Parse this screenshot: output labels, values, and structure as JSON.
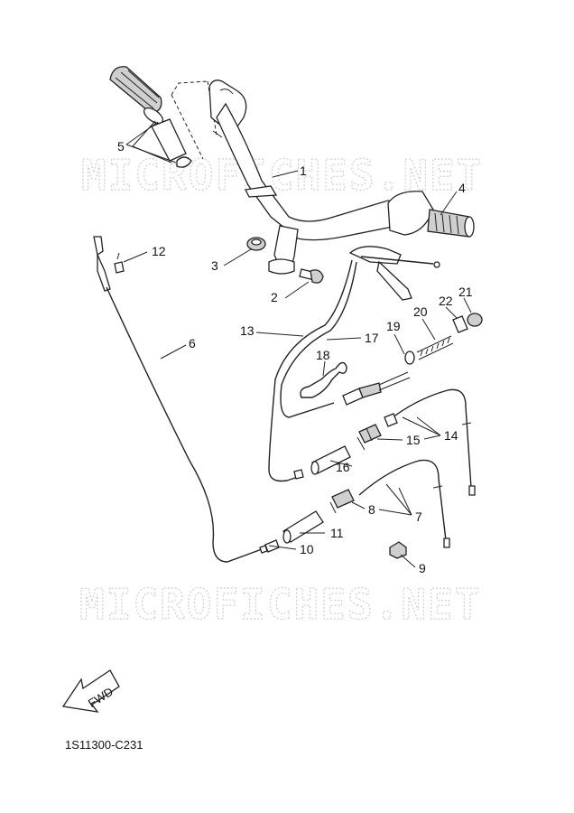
{
  "watermark": "MICROFICHES.NET",
  "fwd_label": "FWD",
  "diagram_code": "1S11300-C231",
  "callouts": {
    "c1": "1",
    "c2": "2",
    "c3": "3",
    "c4": "4",
    "c5": "5",
    "c6": "6",
    "c7": "7",
    "c8": "8",
    "c9": "9",
    "c10": "10",
    "c11": "11",
    "c12": "12",
    "c13": "13",
    "c14": "14",
    "c15": "15",
    "c16": "16",
    "c17": "17",
    "c18": "18",
    "c19": "19",
    "c20": "20",
    "c21": "21",
    "c22": "22"
  }
}
